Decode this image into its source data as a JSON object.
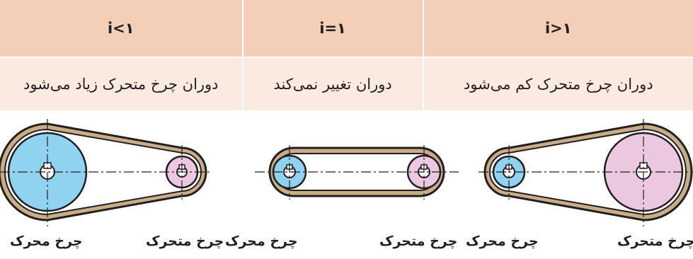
{
  "table": {
    "headers": [
      "i<۱",
      "i=۱",
      "i>۱"
    ],
    "descriptions": [
      "دوران چرخ متحرک زیاد می‌شود",
      "دوران تغییر نمی‌کند",
      "دوران چرخ متحرک کم می‌شود"
    ]
  },
  "labels": {
    "left_driver": "چرخ محرک",
    "left_driven": "چرخ متحرک",
    "mid_driver": "چرخ محرک",
    "mid_driven": "چرخ متحرک",
    "right_driver": "چرخ محرک",
    "right_driven": "چرخ متحرک"
  },
  "colors": {
    "blue_wheel": "#8fd3f0",
    "pink_wheel": "#ecc8e0",
    "belt": "#c9ad86",
    "header_bg": "#f2cfb6",
    "row_bg": "#fbeadf"
  }
}
